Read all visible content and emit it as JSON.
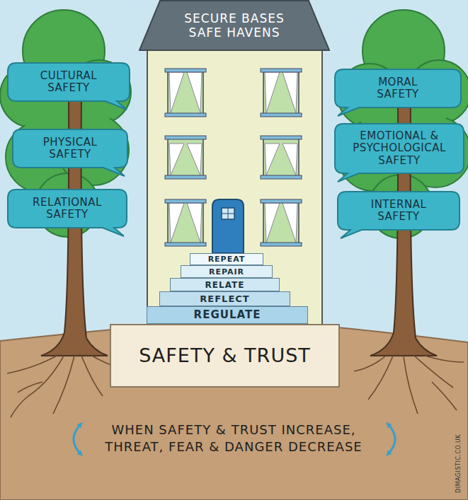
{
  "diagram": {
    "nodes": [
      {
        "text": [
          "SECURE BASES SAFE HAVENS"
        ]
      },
      {
        "text": [
          "CULTURAL SAFETY"
        ]
      },
      {
        "text": [
          "MORAL SAFETY"
        ]
      },
      {
        "text": [
          "PHYSICAL SAFETY"
        ]
      },
      {
        "text": [
          "EMOTIONAL & PSYCHOLOGICAL SAFETY"
        ]
      },
      {
        "text": [
          "RELATIONAL SAFETY"
        ]
      },
      {
        "text": [
          "INTERNAL SAFETY"
        ]
      },
      {
        "text": [
          "REPEAT"
        ]
      },
      {
        "text": [
          "REPAIR"
        ]
      },
      {
        "text": [
          "RELATE"
        ]
      },
      {
        "text": [
          "REFLECT"
        ]
      },
      {
        "text": [
          "REGULATE"
        ]
      },
      {
        "text": [
          "SAFETY & TRUST"
        ]
      }
    ],
    "labels": [
      "WHEN SAFETY & TRUST INCREASE, THREAT, FEAR & DANGER DECREASE",
      "DIMAGISTIC.CO.UK"
    ]
  }
}
